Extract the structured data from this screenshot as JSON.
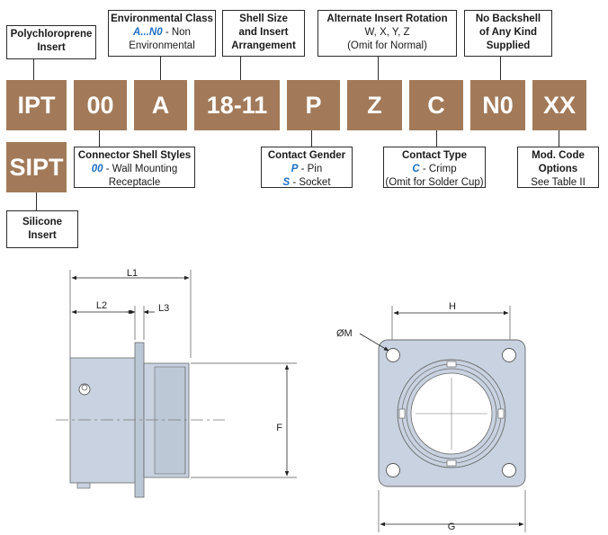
{
  "codes": [
    "IPT",
    "00",
    "A",
    "18-11",
    "P",
    "Z",
    "C",
    "N0",
    "XX",
    "SIPT"
  ],
  "boxes": {
    "polychloroprene": {
      "title": "Polychloroprene",
      "line2": "Insert"
    },
    "env": {
      "title": "Environmental Class",
      "code": "A...N0",
      "desc": " - Non",
      "line3": "Environmental"
    },
    "shell_size": {
      "title": "Shell Size",
      "line2": "and Insert",
      "line3": "Arrangement"
    },
    "rotation": {
      "title": "Alternate Insert Rotation",
      "line2": "W, X, Y, Z",
      "line3": "(Omit for Normal)"
    },
    "backshell": {
      "title": "No Backshell",
      "line2": "of Any Kind",
      "line3": "Supplied"
    },
    "shell_styles": {
      "title": "Connector Shell Styles",
      "code": "00",
      "desc": " - Wall Mounting",
      "line3": "Receptacle"
    },
    "gender": {
      "title": "Contact Gender",
      "code1": "P",
      "desc1": " - Pin",
      "code2": "S",
      "desc2": " - Socket"
    },
    "contact_type": {
      "title": "Contact Type",
      "code": "C",
      "desc": " - Crimp",
      "line3": "(Omit for Solder Cup)"
    },
    "mod_code": {
      "title": "Mod. Code",
      "line2": "Options",
      "line3": "See Table II"
    },
    "silicone": {
      "title": "Silicone",
      "line2": "Insert"
    }
  },
  "dimensions": {
    "l1": "L1",
    "l2": "L2",
    "l3": "L3",
    "f": "F",
    "h": "H",
    "m": "ØM",
    "g": "G"
  },
  "colors": {
    "code_bg": "#a27a59",
    "accent": "#1f6fc4",
    "drawing_fill": "#c8d2e0"
  }
}
